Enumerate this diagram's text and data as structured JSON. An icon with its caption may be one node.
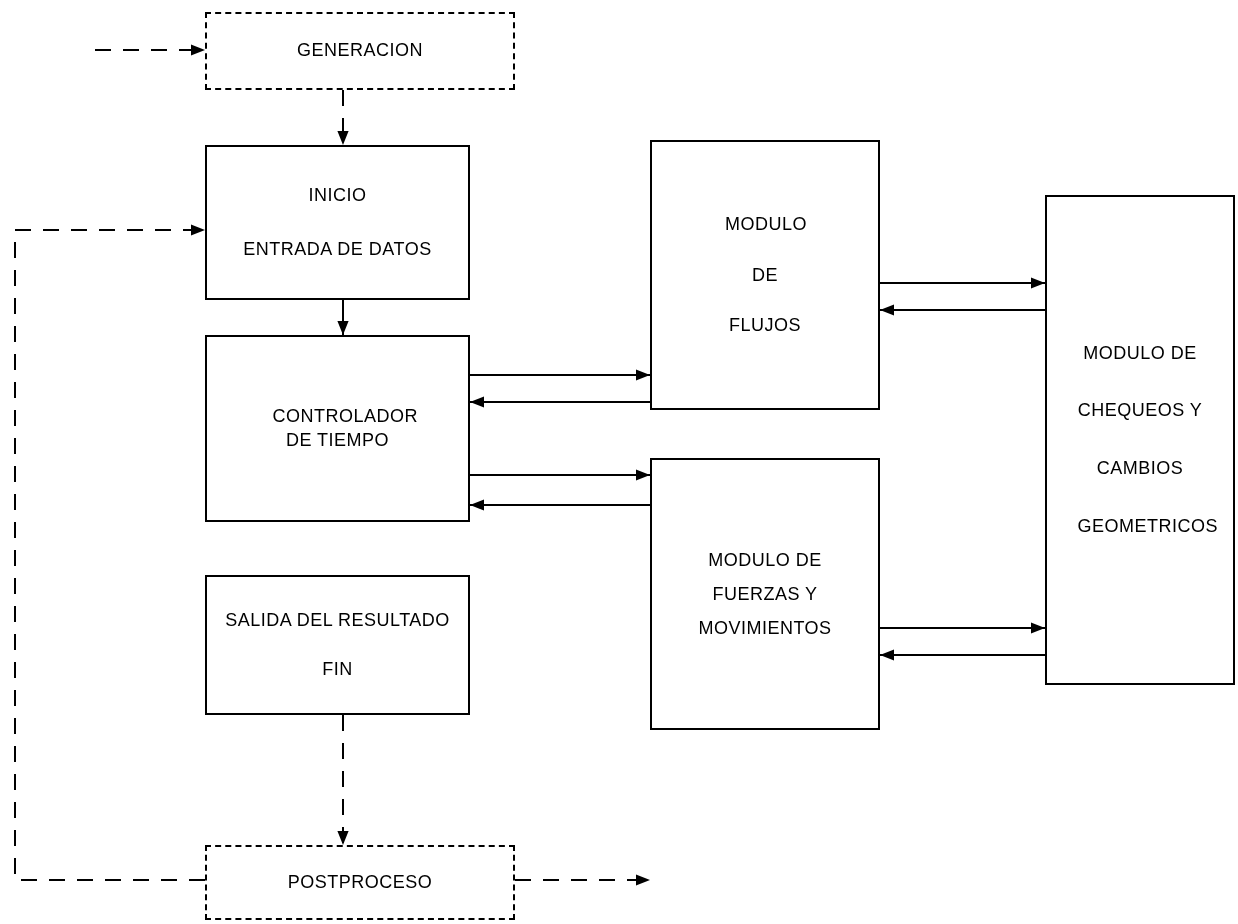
{
  "diagram": {
    "nodes": [
      {
        "text": [
          "GENERACION"
        ]
      },
      {
        "text": [
          "INICIO",
          "ENTRADA DE DATOS"
        ]
      },
      {
        "text": [
          "CONTROLADOR DE TIEMPO"
        ]
      },
      {
        "text": [
          "SALIDA DEL RESULTADO",
          "FIN"
        ]
      },
      {
        "text": [
          "POSTPROCESO"
        ]
      },
      {
        "text": [
          "MODULO DE FLUJOS"
        ]
      },
      {
        "text": [
          "MODULO DE FUERZAS Y MOVIMIENTOS"
        ]
      },
      {
        "text": [
          "MODULO DE CHEQUEOS Y CAMBIOS GEOMETRICOS"
        ]
      }
    ],
    "edges": [
      {
        "from": null,
        "to": 0,
        "arrow": "to",
        "style": "dashed"
      },
      {
        "from": 0,
        "to": 1,
        "arrow": "to",
        "style": "dashed"
      },
      {
        "from": 1,
        "to": 2,
        "arrow": "to"
      },
      {
        "from": 2,
        "to": 5,
        "arrow": "to"
      },
      {
        "from": 5,
        "to": 2,
        "arrow": "to"
      },
      {
        "from": 2,
        "to": 6,
        "arrow": "to"
      },
      {
        "from": 6,
        "to": 2,
        "arrow": "to"
      },
      {
        "from": 5,
        "to": 7,
        "arrow": "to"
      },
      {
        "from": 7,
        "to": 5,
        "arrow": "to"
      },
      {
        "from": 6,
        "to": 7,
        "arrow": "to"
      },
      {
        "from": 7,
        "to": 6,
        "arrow": "to"
      },
      {
        "from": 3,
        "to": 4,
        "arrow": "to",
        "style": "dashed"
      },
      {
        "from": 4,
        "to": 1,
        "arrow": "to",
        "style": "dashed"
      },
      {
        "from": 4,
        "to": null,
        "arrow": "to",
        "style": "dashed"
      }
    ]
  }
}
